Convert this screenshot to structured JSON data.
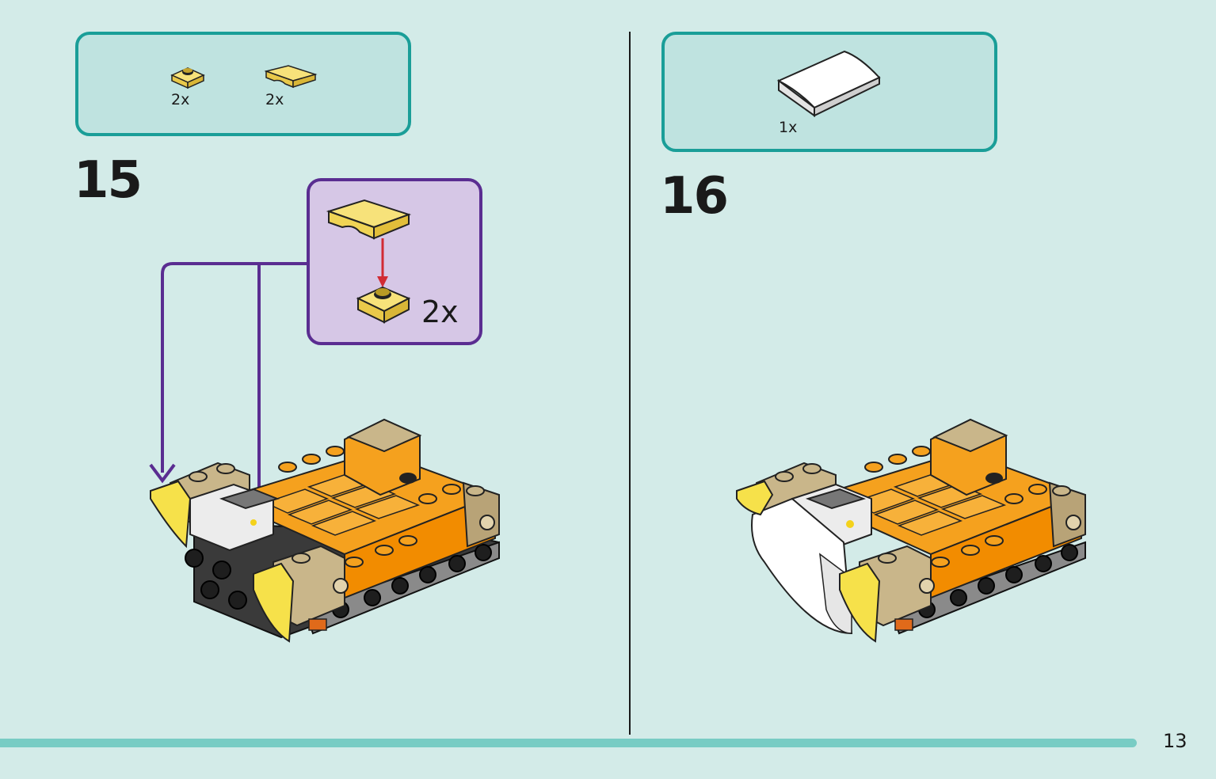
{
  "steps": [
    {
      "number": "15",
      "parts": [
        {
          "icon": "yellow-jumper-plate-icon",
          "qty": "2x"
        },
        {
          "icon": "yellow-curved-slope-icon",
          "qty": "2x"
        }
      ],
      "callout": {
        "qty": "2x"
      }
    },
    {
      "number": "16",
      "parts": [
        {
          "icon": "white-curved-slope-icon",
          "qty": "1x"
        }
      ]
    }
  ],
  "page_number": "13",
  "colors": {
    "background": "#d3ebe8",
    "parts_box_border": "#1a9e98",
    "parts_box_fill": "#bfe3e0",
    "callout_border": "#5a2d91",
    "callout_fill": "#d6c7e6",
    "arrow": "#5a2d91",
    "bottom_bar": "#78ccc4"
  }
}
